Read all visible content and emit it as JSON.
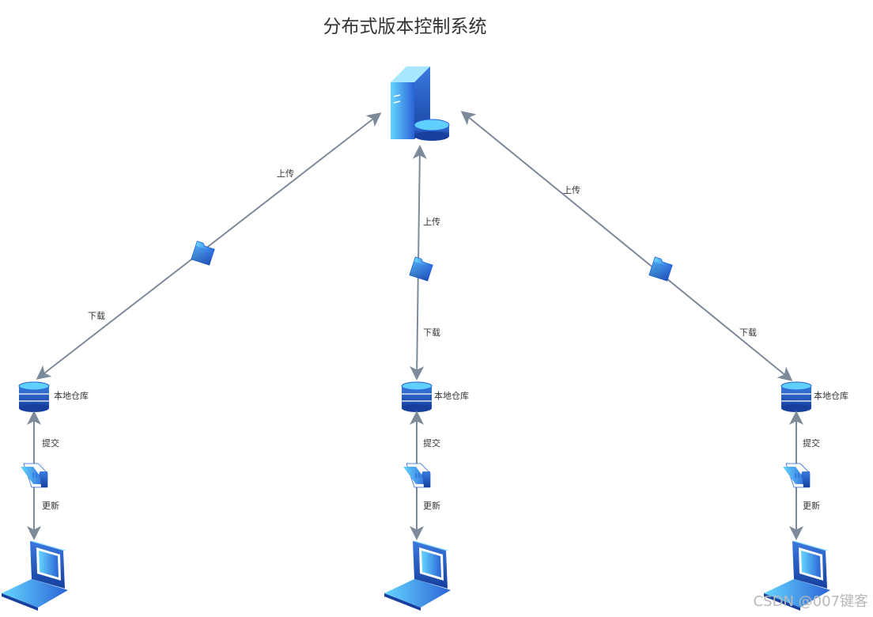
{
  "title": "分布式版本控制系统",
  "server": {
    "icon": "server-database-icon"
  },
  "colors": {
    "arrow": "#7d8a9a",
    "icon_light": "#5fd0ff",
    "icon_dark": "#1a5fd8"
  },
  "clients": [
    {
      "repo_label": "本地仓库",
      "upload_label": "上传",
      "download_label": "下载",
      "commit_label": "提交",
      "update_label": "更新"
    },
    {
      "repo_label": "本地仓库",
      "upload_label": "上传",
      "download_label": "下载",
      "commit_label": "提交",
      "update_label": "更新"
    },
    {
      "repo_label": "本地仓库",
      "upload_label": "上传",
      "download_label": "下载",
      "commit_label": "提交",
      "update_label": "更新"
    }
  ],
  "icons": {
    "transfer": "folder-icon",
    "working_copy": "open-folder-icon",
    "repository": "database-icon",
    "computer": "laptop-icon"
  },
  "watermark": "CSDN @007键客"
}
